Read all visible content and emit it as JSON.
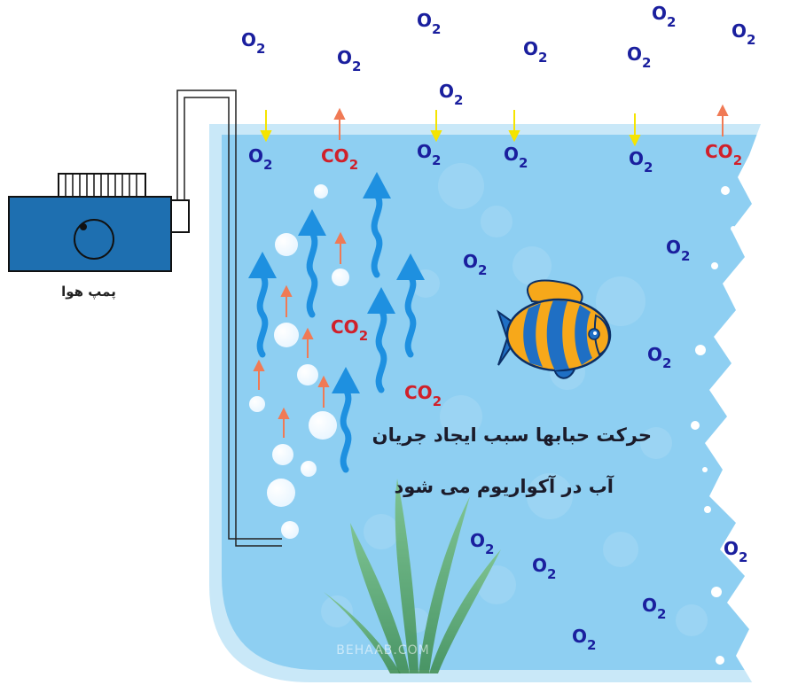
{
  "pump_label": "پمپ هوا",
  "caption_line_1": "حرکت حبابها سبب ایجاد جریان",
  "caption_line_2": "آب در آکواریوم می شود",
  "watermark": "BEHAAB.COM",
  "molecule_labels": {
    "o2": "O",
    "co2": "CO",
    "subscript": "2"
  },
  "colors": {
    "water": "#8ecff2",
    "water_rim": "#c9e8f8",
    "pump_body": "#1e6fb0",
    "o2_text": "#1a1f9e",
    "co2_text": "#d0202a",
    "arrow_o2_in": "#f5e400",
    "arrow_co2_out": "#f07a55",
    "current_arrow": "#1e90e0",
    "fish_yellow": "#f7a81a",
    "fish_blue": "#1f6fc4",
    "plant": "#4a9a5a"
  }
}
